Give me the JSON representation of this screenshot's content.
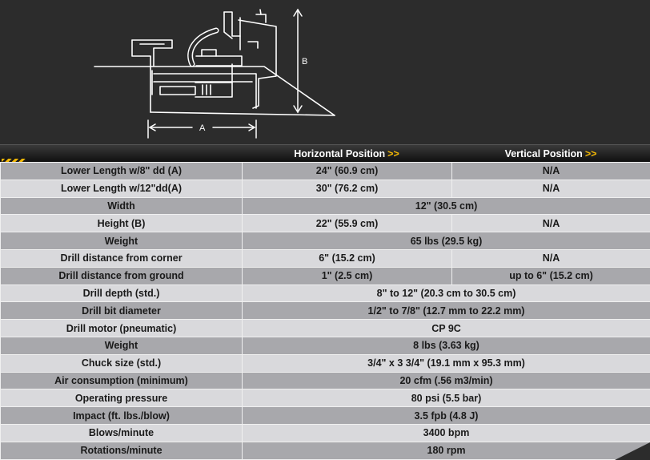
{
  "diagram": {
    "label_a": "A",
    "label_b": "B"
  },
  "table": {
    "headers": {
      "horizontal": "Horizontal Position",
      "vertical": "Vertical Position",
      "arrows": ">>"
    },
    "rows": [
      {
        "label": "Lower Length w/8\" dd (A)",
        "horizontal": "24\" (60.9 cm)",
        "vertical": "N/A"
      },
      {
        "label": "Lower Length w/12\"dd(A)",
        "horizontal": "30\" (76.2 cm)",
        "vertical": "N/A"
      },
      {
        "label": "Width",
        "value": "12\" (30.5 cm)"
      },
      {
        "label": "Height (B)",
        "horizontal": "22\" (55.9 cm)",
        "vertical": "N/A"
      },
      {
        "label": "Weight",
        "value": "65 lbs (29.5 kg)"
      },
      {
        "label": "Drill distance from corner",
        "horizontal": "6\" (15.2 cm)",
        "vertical": "N/A"
      },
      {
        "label": "Drill distance from ground",
        "horizontal": "1\" (2.5 cm)",
        "vertical": "up to 6\" (15.2 cm)"
      },
      {
        "label": "Drill depth (std.)",
        "value": "8\" to 12\" (20.3 cm to 30.5 cm)"
      },
      {
        "label": "Drill bit diameter",
        "value": "1/2\" to 7/8\" (12.7 mm to 22.2 mm)"
      },
      {
        "label": "Drill motor (pneumatic)",
        "value": "CP 9C"
      },
      {
        "label": "Weight",
        "value": "8 lbs (3.63 kg)"
      },
      {
        "label": "Chuck size (std.)",
        "value": "3/4\" x 3 3/4\" (19.1 mm x 95.3 mm)"
      },
      {
        "label": "Air consumption (minimum)",
        "value": "20 cfm (.56 m3/min)"
      },
      {
        "label": "Operating pressure",
        "value": "80 psi (5.5 bar)"
      },
      {
        "label": "Impact (ft. lbs./blow)",
        "value": "3.5 fpb (4.8 J)"
      },
      {
        "label": "Blows/minute",
        "value": "3400 bpm"
      },
      {
        "label": "Rotations/minute",
        "value": "180 rpm"
      }
    ]
  }
}
